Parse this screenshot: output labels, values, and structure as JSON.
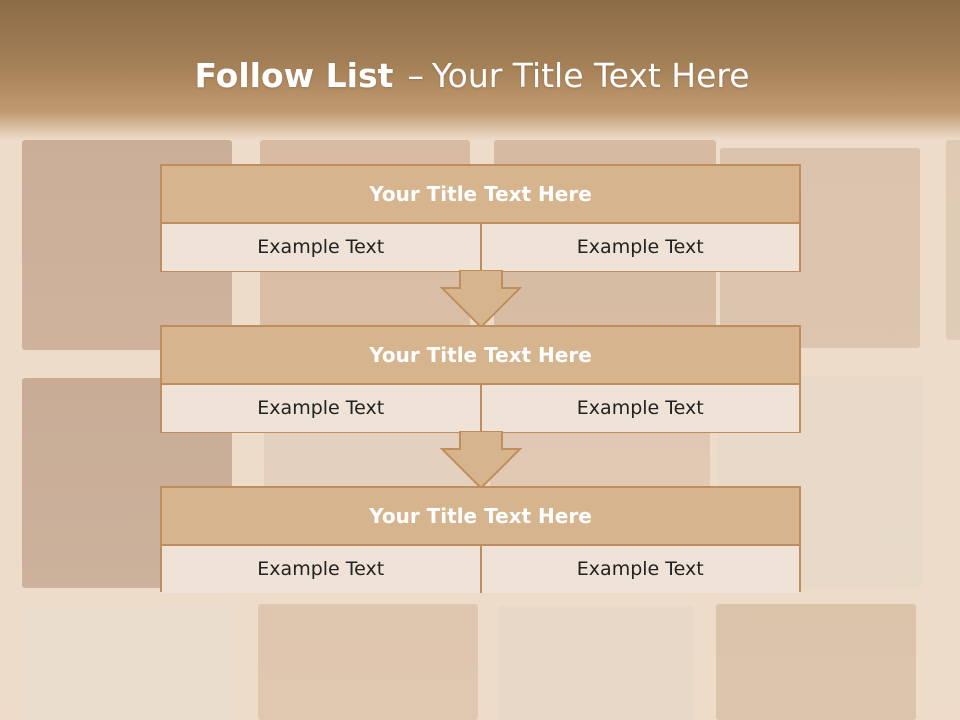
{
  "slide": {
    "title_bold": "Follow List",
    "title_separator": "–",
    "title_rest": "Your Title Text Here"
  },
  "steps": [
    {
      "title": "Your Title Text Here",
      "left": "Example Text",
      "right": "Example Text"
    },
    {
      "title": "Your Title Text Here",
      "left": "Example Text",
      "right": "Example Text"
    },
    {
      "title": "Your Title Text Here",
      "left": "Example Text",
      "right": "Example Text"
    }
  ],
  "colors": {
    "header_band": "#a37f56",
    "block_header": "#d6b48e",
    "block_border": "#c08e5c",
    "block_cell": "#efe2d6",
    "arrow_fill": "#d6b48e",
    "arrow_stroke": "#c08e5c"
  }
}
